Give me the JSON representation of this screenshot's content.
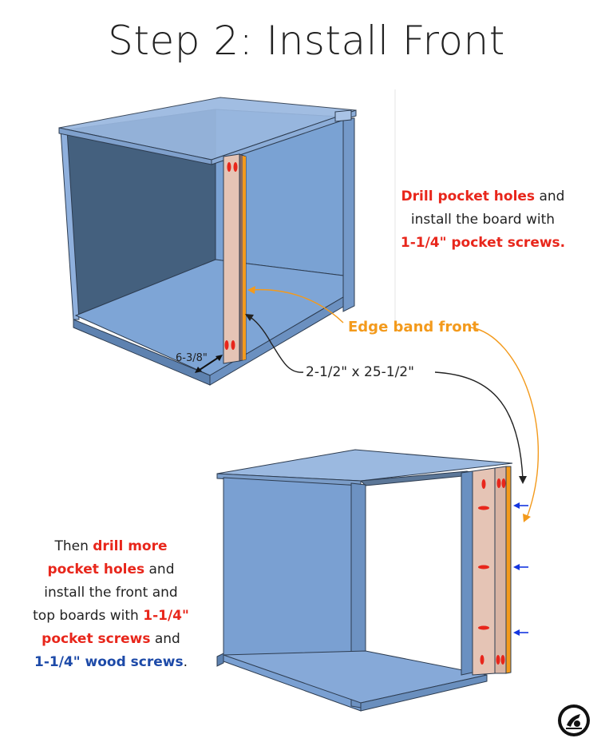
{
  "title": "Step 2: Install Front",
  "note_top": {
    "part1": "Drill pocket holes",
    "part2": " and",
    "line2": "install the board with",
    "line3": "1-1/4\" pocket screws."
  },
  "note_bottom": {
    "part1": "Then ",
    "part2": "drill more",
    "line2a": "pocket holes",
    "line2b": " and",
    "line3": "install the front and",
    "line4a": "top boards with ",
    "line4b": "1-1/4\"",
    "line5a": "pocket screws",
    "line5b": " and",
    "line6a": "1-1/4\" wood screws",
    "line6b": "."
  },
  "callouts": {
    "edge_band": "Edge band front",
    "board_dimension": "2-1/2\" x 25-1/2\"",
    "offset_dimension": "6-3/8\""
  },
  "colors": {
    "panel": "#7a9fcf",
    "panel_dark": "#3f5874",
    "board": "#e5c4b5",
    "edge_band": "#f39a1c",
    "pocket_hole": "#e8261b",
    "screw_arrow": "#1436e0"
  }
}
